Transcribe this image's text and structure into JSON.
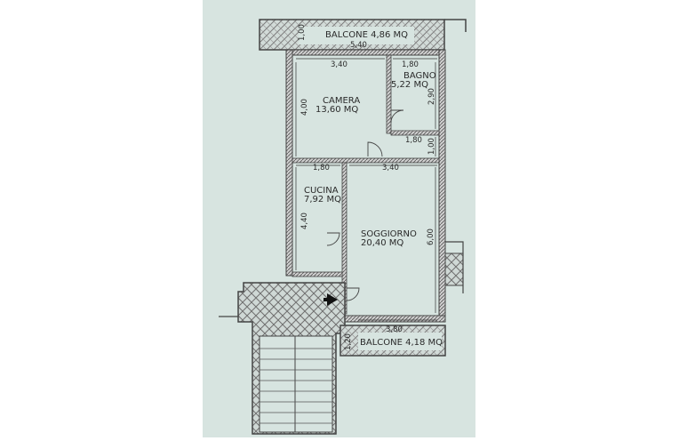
{
  "plan": {
    "balcony_top": "BALCONE 4,86 MQ",
    "balcony_bottom": "BALCONE 4,18 MQ",
    "rooms": [
      {
        "key": "camera",
        "name": "CAMERA",
        "area": "13,60 MQ"
      },
      {
        "key": "bagno",
        "name": "BAGNO",
        "area": "5,22 MQ"
      },
      {
        "key": "cucina",
        "name": "CUCINA",
        "area": "7,92 MQ"
      },
      {
        "key": "soggiorno",
        "name": "SOGGIORNO",
        "area": "20,40 MQ"
      }
    ],
    "dimensions": {
      "top_balcony_height": "1,00",
      "top_balcony_width": "5,40",
      "camera_width": "3,40",
      "bagno_width": "1,80",
      "bagno_height": "2,90",
      "camera_height": "4,00",
      "corridor_width": "1,80",
      "corridor_height": "1,00",
      "cucina_width": "1,80",
      "soggiorno_width": "3,40",
      "cucina_height": "4,40",
      "soggiorno_height": "6,00",
      "bottom_balcony_width": "3,80",
      "bottom_balcony_height": "1,20"
    },
    "colors": {
      "paper": "#d7e4e0",
      "wall": "#555555",
      "hatch": "#8a8a8a"
    }
  }
}
